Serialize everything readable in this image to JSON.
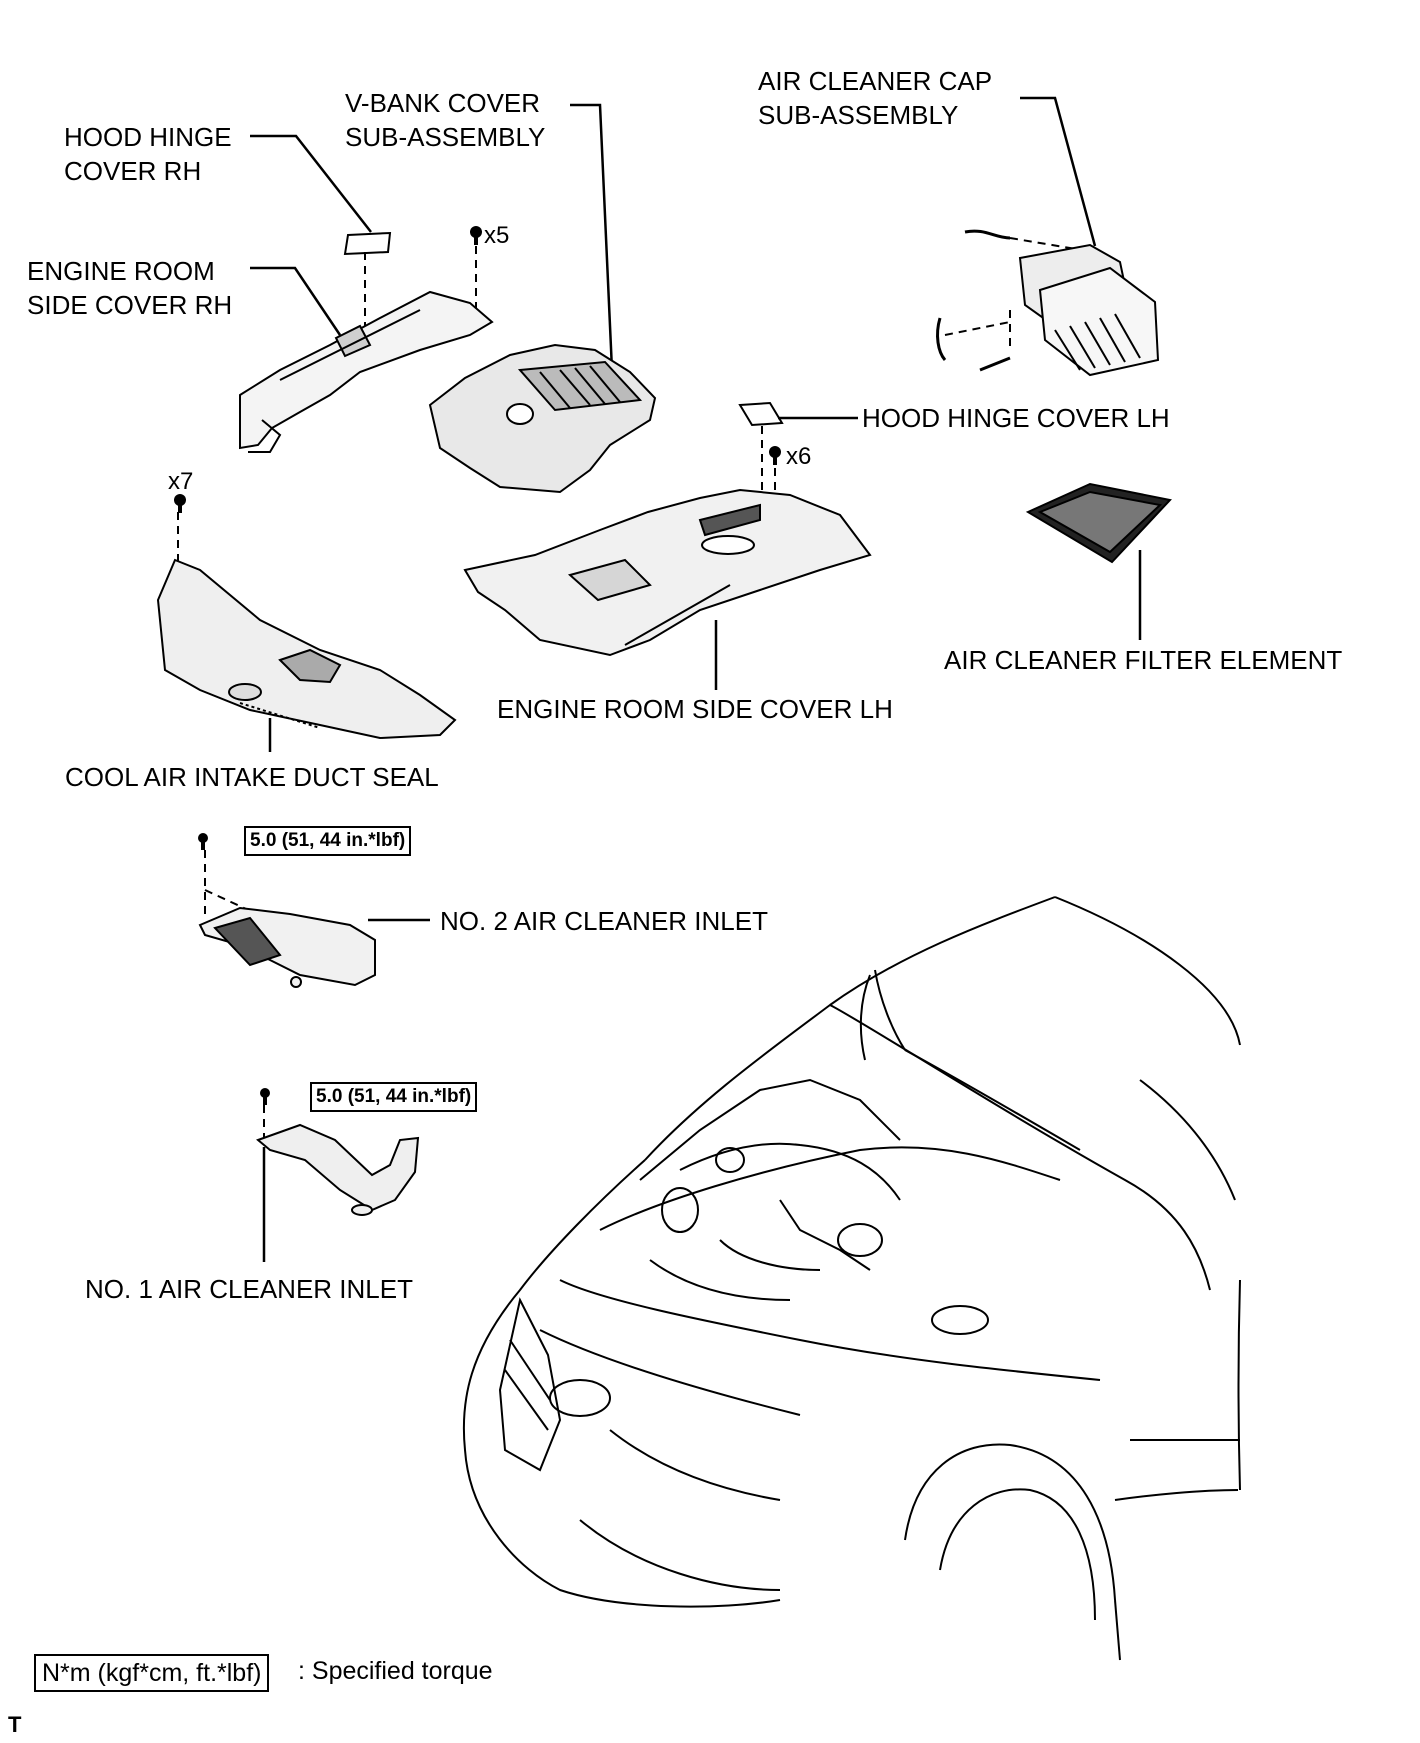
{
  "labels": {
    "hood_hinge_cover_rh": "HOOD HINGE\nCOVER RH",
    "v_bank_cover": "V-BANK COVER\nSUB-ASSEMBLY",
    "air_cleaner_cap": "AIR CLEANER CAP\nSUB-ASSEMBLY",
    "engine_room_side_cover_rh": "ENGINE ROOM\nSIDE COVER RH",
    "hood_hinge_cover_lh": "HOOD HINGE COVER LH",
    "air_cleaner_filter_element": "AIR CLEANER FILTER ELEMENT",
    "engine_room_side_cover_lh": "ENGINE ROOM SIDE COVER LH",
    "cool_air_intake_duct_seal": "COOL AIR INTAKE DUCT SEAL",
    "no2_air_cleaner_inlet": "NO. 2 AIR CLEANER INLET",
    "no1_air_cleaner_inlet": "NO. 1 AIR CLEANER INLET"
  },
  "quantities": {
    "v_bank_clips": "x5",
    "lh_cover_clips": "x6",
    "duct_seal_clips": "x7"
  },
  "torques": {
    "no2_inlet": "5.0 (51, 44 in.*lbf)",
    "no1_inlet": "5.0 (51, 44 in.*lbf)"
  },
  "legend": {
    "box": "N*m (kgf*cm, ft.*lbf)",
    "text": ": Specified torque"
  },
  "corner_mark": "T"
}
